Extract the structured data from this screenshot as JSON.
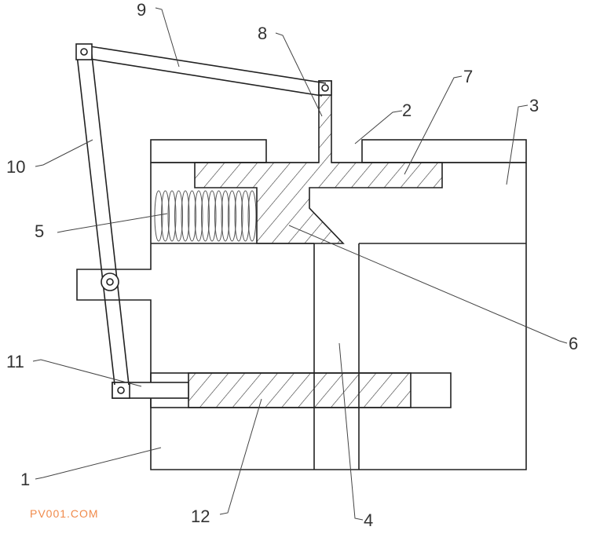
{
  "labels": {
    "l1": "1",
    "l2": "2",
    "l3": "3",
    "l4": "4",
    "l5": "5",
    "l6": "6",
    "l7": "7",
    "l8": "8",
    "l9": "9",
    "l10": "10",
    "l11": "11",
    "l12": "12"
  },
  "watermark": "PV001.COM",
  "colors": {
    "line": "#222222",
    "watermark": "#f08a4b"
  }
}
